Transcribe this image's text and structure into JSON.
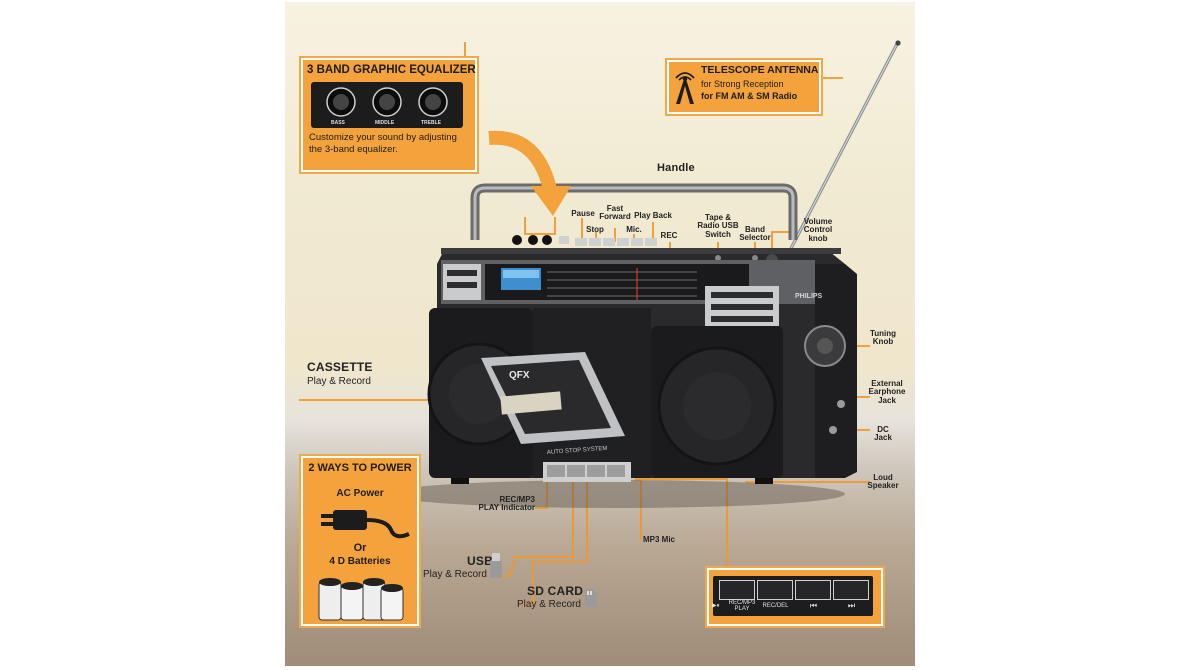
{
  "equalizer": {
    "title": "3 BAND GRAPHIC EQUALIZER",
    "description": "Customize your sound by adjusting the 3-band equalizer.",
    "knobs": [
      "BASS",
      "MIDDLE",
      "TREBLE"
    ]
  },
  "antenna": {
    "title": "TELESCOPE ANTENNA",
    "line1": "for Strong Reception",
    "line2": "for FM AM & SM Radio"
  },
  "labels": {
    "handle": "Handle",
    "pause": "Pause",
    "fast_forward": "Fast\nForward",
    "play_back": "Play Back",
    "stop": "Stop",
    "mic": "Mic.",
    "rec": "REC",
    "tape_switch": "Tape &\nRadio USB\nSwitch",
    "band_selector": "Band\nSelector",
    "volume": "Volume\nControl\nknob",
    "tuning": "Tuning\nKnob",
    "earphone": "External\nEarphone\nJack",
    "dc": "DC\nJack",
    "speaker": "Loud\nSpeaker",
    "rec_indicator": "REC/MP3\nPLAY Indicator",
    "mp3_mic": "MP3 Mic"
  },
  "cassette": {
    "title": "CASSETTE",
    "subtitle": "Play & Record"
  },
  "power": {
    "title": "2 WAYS TO POWER",
    "ac": "AC Power",
    "or": "Or",
    "batteries": "4 D Batteries"
  },
  "usb": {
    "title": "USB",
    "subtitle": "Play & Record"
  },
  "sdcard": {
    "title": "SD CARD",
    "subtitle": "Play & Record"
  },
  "controls": [
    {
      "label": "REC/MP3\nPLAY",
      "glyph": "▶⏸"
    },
    {
      "label": "REC/DEL",
      "glyph": ""
    },
    {
      "label": "⏮",
      "glyph": ""
    },
    {
      "label": "⏭",
      "glyph": ""
    }
  ],
  "brand": {
    "logo": "QFX",
    "radio": "PHILIPS",
    "cassette_strip": "AUTO STOP SYSTEM"
  }
}
